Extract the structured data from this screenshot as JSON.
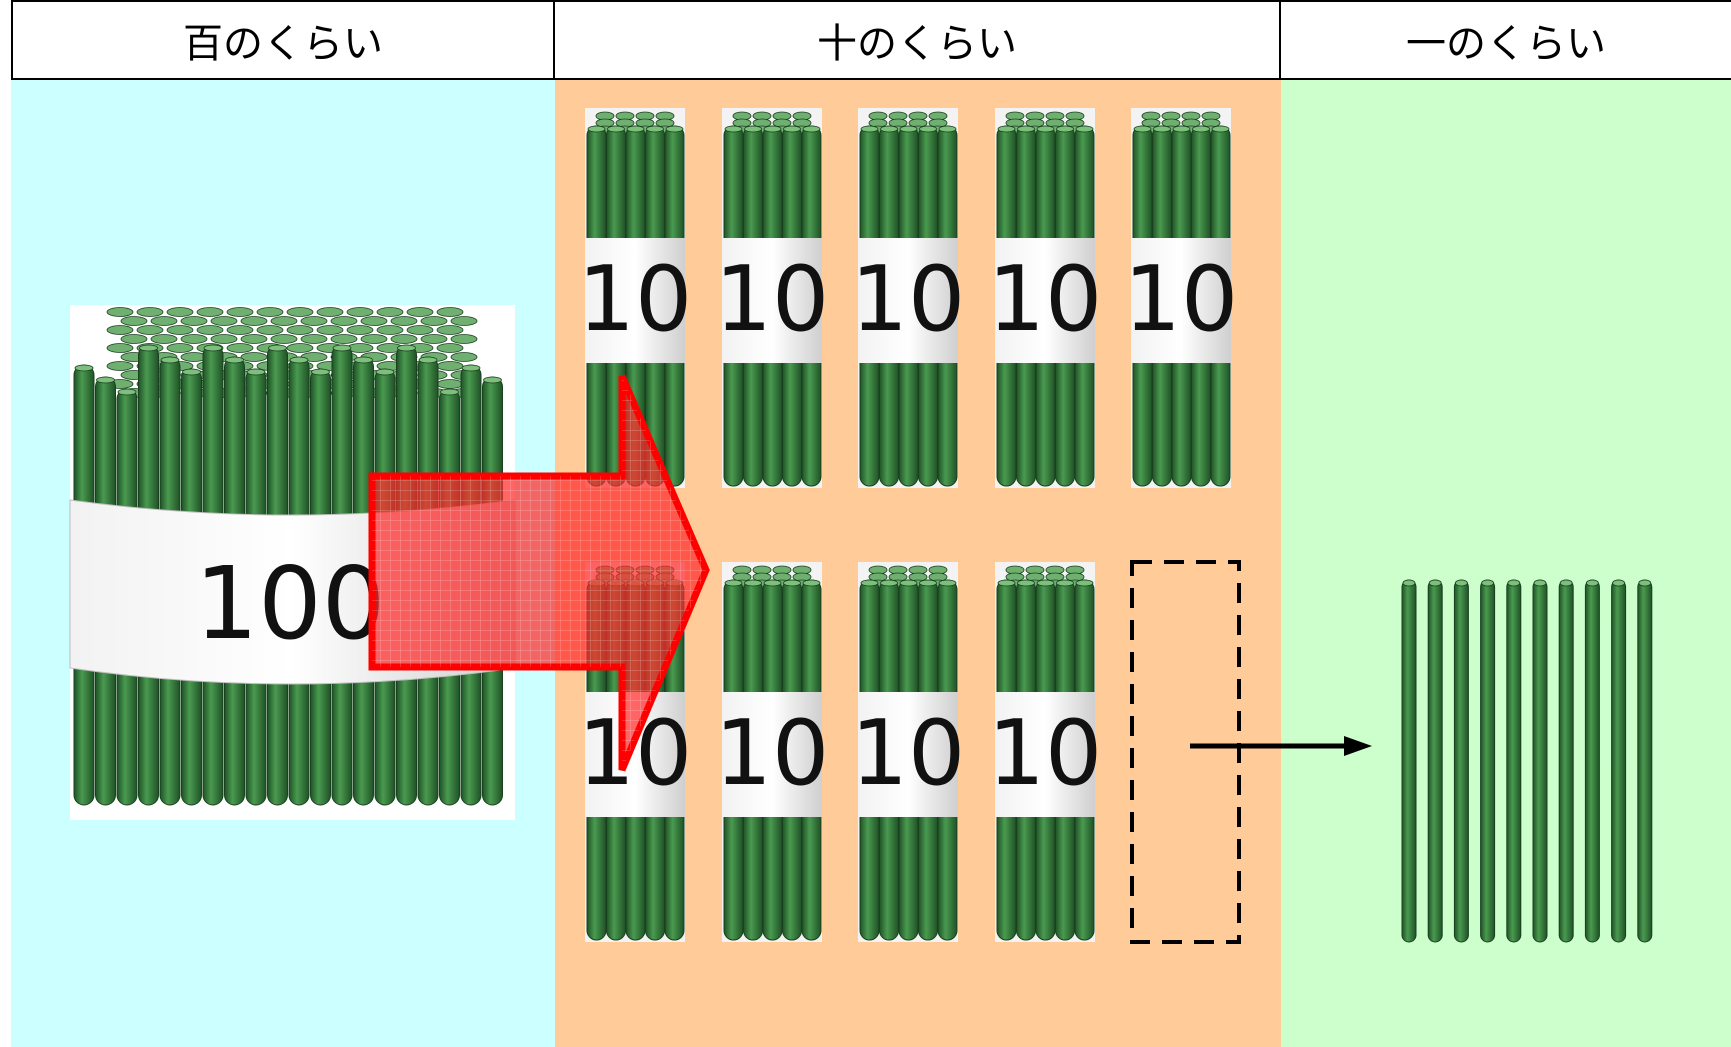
{
  "columns": {
    "hundreds": {
      "label": "百のくらい",
      "color": "#ccffff"
    },
    "tens": {
      "label": "十のくらい",
      "color": "#ffcc99"
    },
    "ones": {
      "label": "一のくらい",
      "color": "#ccffcc"
    }
  },
  "hundred_bundle": {
    "label": "100",
    "count": 1
  },
  "ten_bundles": {
    "label": "10",
    "top_row_count": 5,
    "bottom_row_count": 4,
    "empty_slot_count": 1
  },
  "loose_sticks": {
    "count": 10
  },
  "colors": {
    "stick_dark": "#2e6b35",
    "stick_mid": "#3e8a45",
    "stick_light": "#6fb070",
    "band": "#e8e8e8",
    "arrow_red": "#ff2020"
  },
  "icons": {
    "big_arrow": "exchange-arrow-icon",
    "small_arrow": "unbundle-arrow-icon"
  }
}
